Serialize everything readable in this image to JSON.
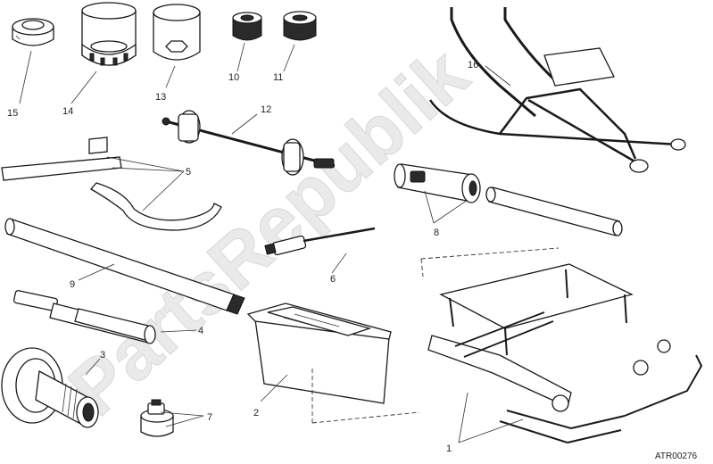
{
  "diagram": {
    "watermark": "PartsRepublik",
    "drawing_code": "ATR00276",
    "callouts": [
      {
        "id": "c1",
        "label": "1"
      },
      {
        "id": "c2",
        "label": "2"
      },
      {
        "id": "c3",
        "label": "3"
      },
      {
        "id": "c4",
        "label": "4"
      },
      {
        "id": "c5",
        "label": "5"
      },
      {
        "id": "c6",
        "label": "6"
      },
      {
        "id": "c7",
        "label": "7"
      },
      {
        "id": "c8",
        "label": "8"
      },
      {
        "id": "c9",
        "label": "9"
      },
      {
        "id": "c10",
        "label": "10"
      },
      {
        "id": "c11",
        "label": "11"
      },
      {
        "id": "c12",
        "label": "12"
      },
      {
        "id": "c13",
        "label": "13"
      },
      {
        "id": "c14",
        "label": "14"
      },
      {
        "id": "c15",
        "label": "15"
      },
      {
        "id": "c16",
        "label": "16"
      }
    ]
  }
}
